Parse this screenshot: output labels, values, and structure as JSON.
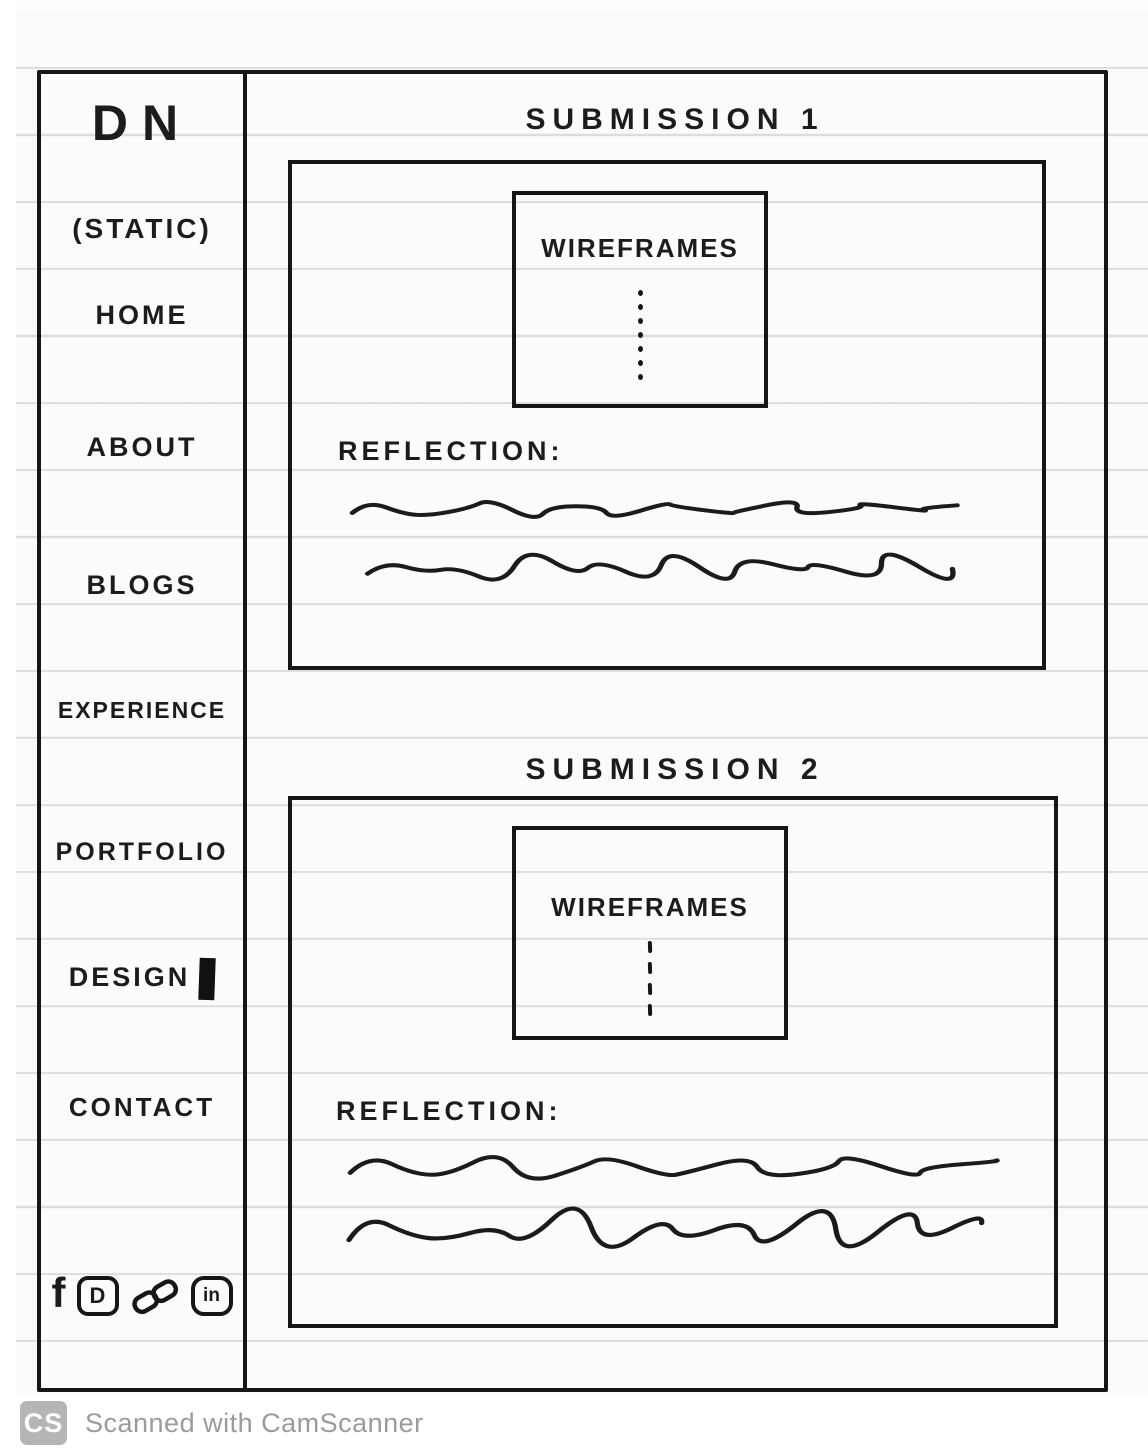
{
  "sidebar": {
    "logo": "DN",
    "subtitle": "(STATIC)",
    "items": [
      {
        "label": "HOME"
      },
      {
        "label": "ABOUT"
      },
      {
        "label": "BLOGS"
      },
      {
        "label": "EXPERIENCE"
      },
      {
        "label": "PORTFOLIO"
      },
      {
        "label": "DESIGN",
        "cursor": true
      },
      {
        "label": "CONTACT"
      }
    ],
    "social": [
      {
        "name": "facebook",
        "glyph": "f"
      },
      {
        "name": "dribbble",
        "glyph": "D"
      },
      {
        "name": "link",
        "glyph": ""
      },
      {
        "name": "linkedin",
        "glyph": "in"
      }
    ]
  },
  "main": {
    "sections": [
      {
        "title": "SUBMISSION 1",
        "wireframes_label": "WIREFRAMES",
        "reflection_label": "REFLECTION:"
      },
      {
        "title": "SUBMISSION 2",
        "wireframes_label": "WIREFRAMES",
        "reflection_label": "REFLECTION:"
      }
    ]
  },
  "footer": {
    "logo": "CS",
    "text": "Scanned with CamScanner"
  },
  "colors": {
    "ink": "#1c1c1c",
    "paper": "#fcfbf9",
    "rule_line": "#b9c6c9",
    "footer_text": "#9b9b9b",
    "logo_bg": "#b5b5b5"
  }
}
